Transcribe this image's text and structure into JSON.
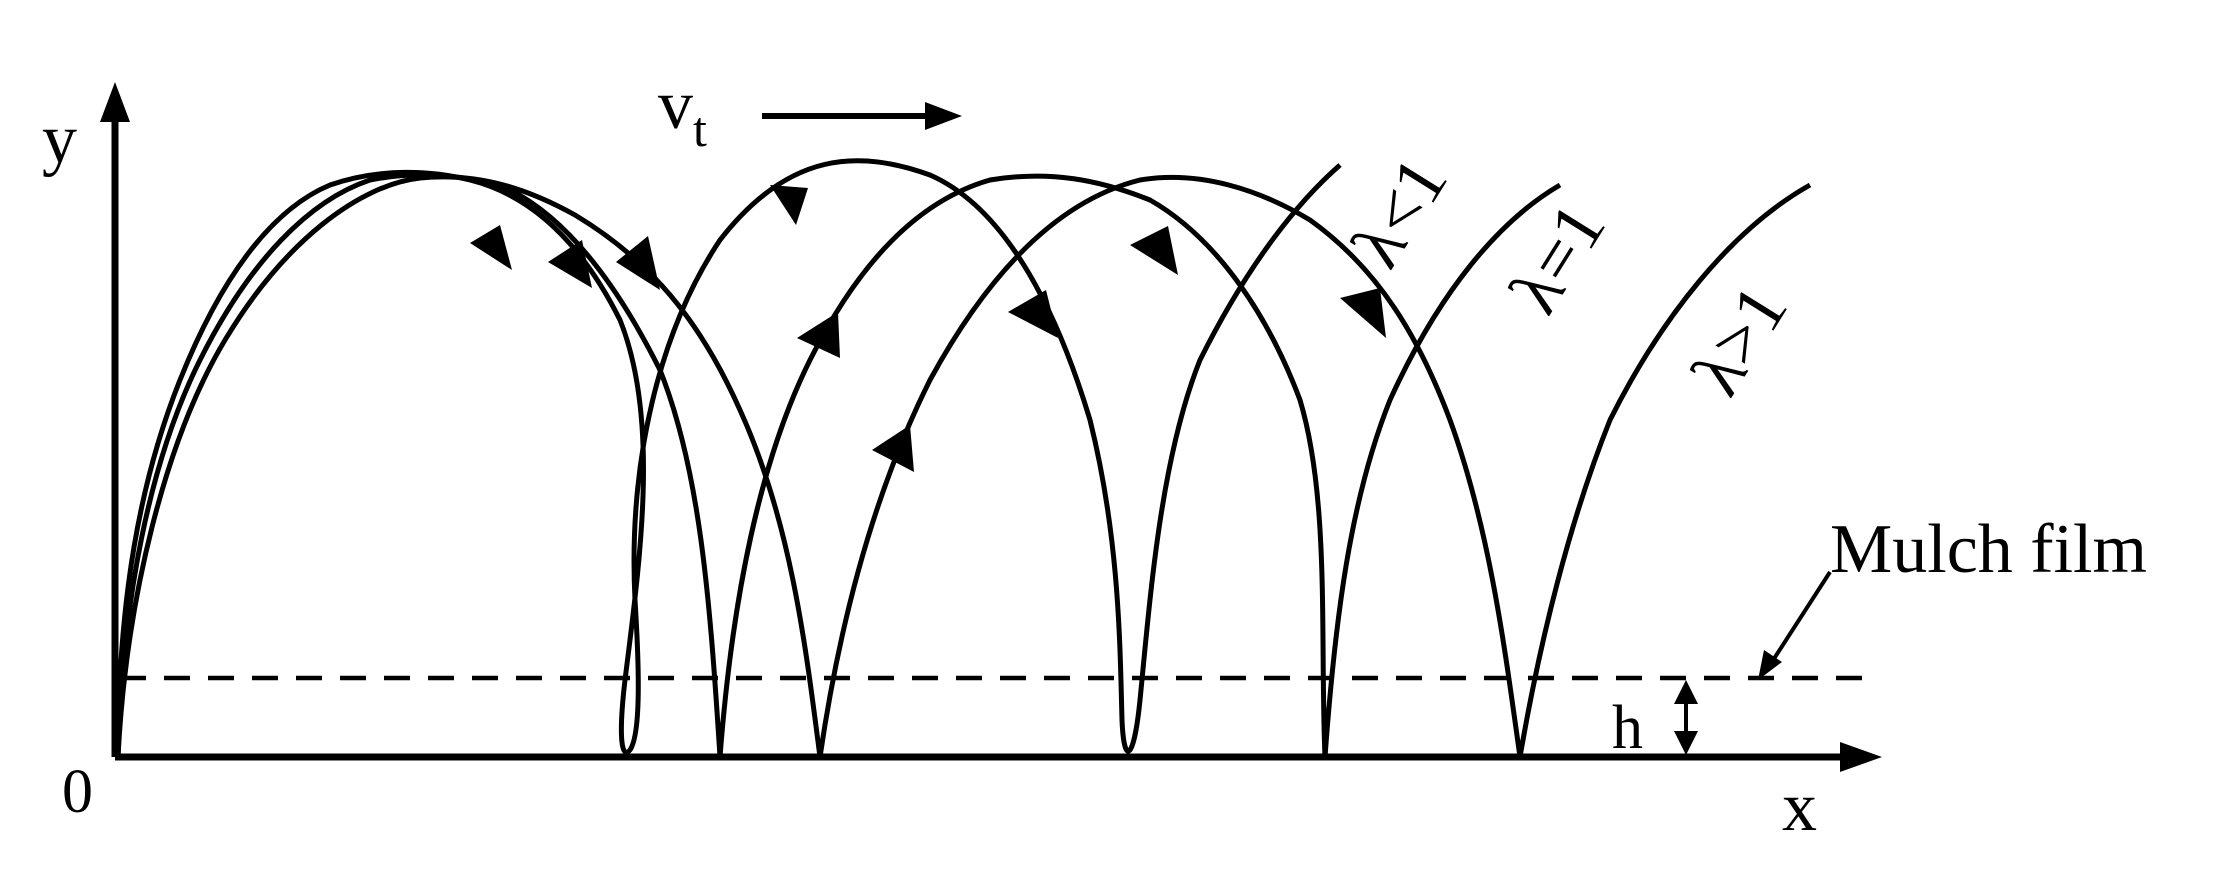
{
  "axes": {
    "y_label": "y",
    "x_label": "x",
    "origin_label": "0"
  },
  "velocity": {
    "symbol": "v",
    "subscript": "t"
  },
  "curves": [
    {
      "label": "λ<1"
    },
    {
      "label": "λ=1"
    },
    {
      "label": "λ>1"
    }
  ],
  "mulch_film": {
    "label": "Mulch film"
  },
  "height": {
    "label": "h"
  },
  "colors": {
    "ink": "#000000",
    "background": "#ffffff"
  }
}
